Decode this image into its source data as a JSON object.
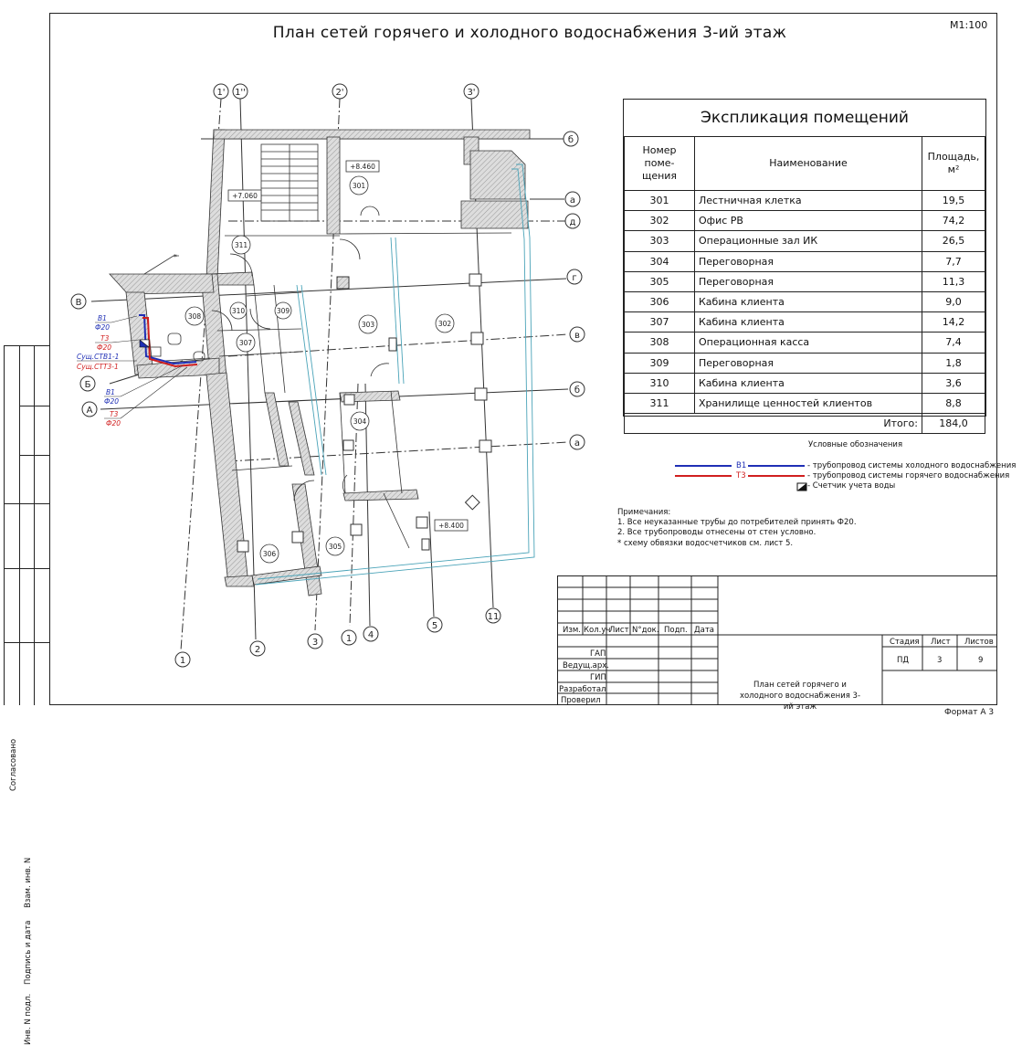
{
  "sheet": {
    "title": "План сетей горячего и холодного водоснабжения 3-ий этаж",
    "scale": "М1:100",
    "format": "Формат А 3"
  },
  "margin_strip": {
    "agreed": "Согласовано",
    "replaced_inv": "Взам. инв. N",
    "sign_date": "Подпись и дата",
    "inv_orig": "Инв. N подл."
  },
  "explication": {
    "title": "Экспликация помещений",
    "headers": {
      "number": "Номер поме-щения",
      "name": "Наименование",
      "area": "Площадь, м²"
    },
    "rows": [
      {
        "number": "301",
        "name": "Лестничная клетка",
        "area": "19,5"
      },
      {
        "number": "302",
        "name": "Офис РВ",
        "area": "74,2"
      },
      {
        "number": "303",
        "name": "Операционные зал ИК",
        "area": "26,5"
      },
      {
        "number": "304",
        "name": "Переговорная",
        "area": "7,7"
      },
      {
        "number": "305",
        "name": "Переговорная",
        "area": "11,3"
      },
      {
        "number": "306",
        "name": "Кабина клиента",
        "area": "9,0"
      },
      {
        "number": "307",
        "name": "Кабина клиента",
        "area": "14,2"
      },
      {
        "number": "308",
        "name": "Операционная касса",
        "area": "7,4"
      },
      {
        "number": "309",
        "name": "Переговорная",
        "area": "1,8"
      },
      {
        "number": "310",
        "name": "Кабина клиента",
        "area": "3,6"
      },
      {
        "number": "311",
        "name": "Хранилище ценностей клиентов",
        "area": "8,8"
      }
    ],
    "total_label": "Итого:",
    "total_value": "184,0"
  },
  "legend": {
    "title": "Условные обозначения",
    "cold_code": "В1",
    "cold_text": "- трубопровод системы холодного водоснабжения",
    "hot_code": "Т3",
    "hot_text": "- трубопровод системы горячего водоснабжения",
    "meter_text": "- Счетчик учета воды",
    "cold_color": "#1f2fb5",
    "hot_color": "#d01f1f"
  },
  "notes": {
    "header": "Примечания:",
    "n1": "1. Все неуказанные трубы до потребителей принять Ф20.",
    "n2": "2. Все трубопроводы отнесены от стен условно.",
    "n3": "* схему обвязки водосчетчиков см. лист 5."
  },
  "stamp": {
    "h_izm": "Изм.",
    "h_koluch": "Кол.уч",
    "h_list": "Лист",
    "h_ndok": "N°док.",
    "h_podp": "Подп.",
    "h_data": "Дата",
    "gap": "ГАП",
    "vedarh": "Ведущ.арх.",
    "gip": "ГИП",
    "razrab": "Разработал",
    "prover": "Проверил",
    "stage_h": "Стадия",
    "sheet_h": "Лист",
    "sheets_h": "Листов",
    "stage": "ПД",
    "sheet": "3",
    "sheets": "9",
    "doc_title": "План сетей горячего и холодного водоснабжения 3-ий этаж"
  },
  "plan": {
    "axes_top": [
      "1'",
      "1''",
      "2'",
      "3'"
    ],
    "axes_bottom": [
      "1",
      "2",
      "3",
      "1",
      "4",
      "5",
      "11"
    ],
    "axes_right": [
      "б",
      "а",
      "д",
      "г",
      "в",
      "б",
      "а"
    ],
    "axes_left": [
      "В",
      "Б",
      "А"
    ],
    "rooms": [
      "301",
      "311",
      "308",
      "310",
      "309",
      "307",
      "303",
      "302",
      "304",
      "305",
      "306"
    ],
    "levels": [
      "+8.460",
      "+7.060",
      "+8.400"
    ],
    "riser_labels": {
      "b1_top": "В1",
      "d20_top": "Ф20",
      "t3_top": "Т3",
      "d20_top2": "Ф20",
      "stv": "Сущ.СТВ1-1",
      "stt": "Сущ.СТТ3-1",
      "b1_bottom": "В1",
      "d20_bottom": "Ф20",
      "t3_bottom": "Т3",
      "d20_bottom2": "Ф20",
      "star": "*"
    }
  }
}
